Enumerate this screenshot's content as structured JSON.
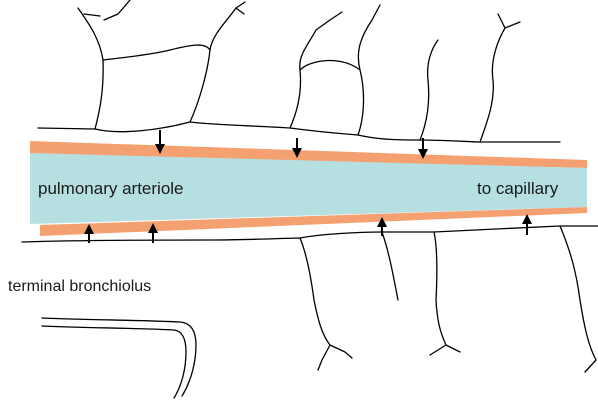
{
  "labels": {
    "vessel_start": "pulmonary arteriole",
    "vessel_end": "to capillary",
    "airway": "terminal bronchiolus"
  },
  "colors": {
    "vessel_lumen": "#b5dfe1",
    "vessel_wall": "#f5a070",
    "tissue_outline": "#000000",
    "arrows": "#000000"
  },
  "arrows": {
    "upper_wall_direction": "down",
    "lower_wall_direction": "up",
    "upper_count": 3,
    "lower_count": 4
  }
}
